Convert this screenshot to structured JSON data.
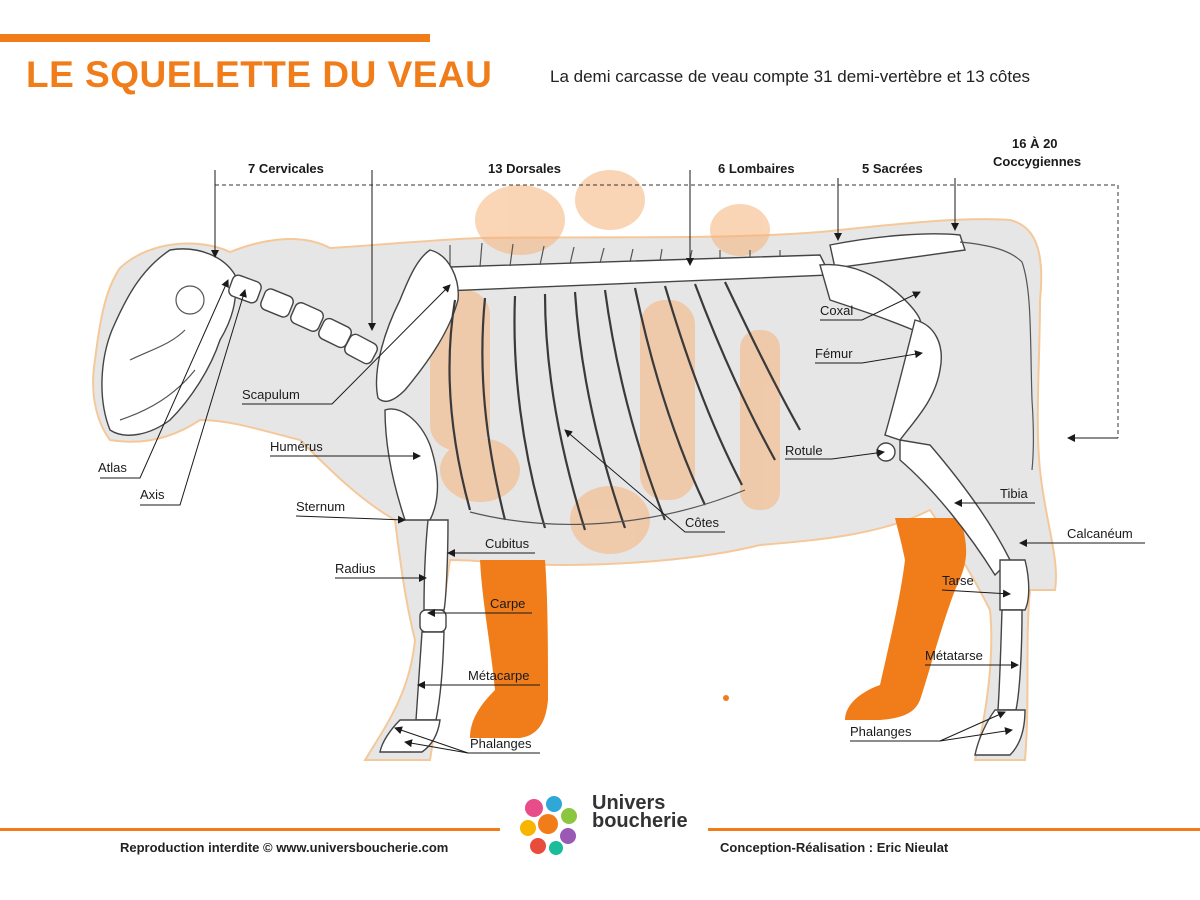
{
  "header": {
    "title": "LE SQUELETTE DU VEAU",
    "subtitle": "La demi carcasse de veau compte 31 demi-vertèbre et 13 côtes"
  },
  "spine_sections": {
    "cervicales": "7 Cervicales",
    "dorsales": "13 Dorsales",
    "lombaires": "6 Lombaires",
    "sacrees": "5 Sacrées",
    "coccygiennes_line1": "16 À 20",
    "coccygiennes_line2": "Coccygiennes"
  },
  "labels": {
    "atlas": "Atlas",
    "axis": "Axis",
    "scapulum": "Scapulum",
    "humerus": "Humérus",
    "sternum": "Sternum",
    "radius": "Radius",
    "cubitus": "Cubitus",
    "carpe": "Carpe",
    "metacarpe": "Métacarpe",
    "phalanges_front": "Phalanges",
    "cotes": "Côtes",
    "coxal": "Coxal",
    "femur": "Fémur",
    "rotule": "Rotule",
    "tibia": "Tibia",
    "calcaneum": "Calcanéum",
    "tarse": "Tarse",
    "metatarse": "Métatarse",
    "phalanges_hind": "Phalanges"
  },
  "logo": {
    "line1": "Univers",
    "line2": "boucherie"
  },
  "footer": {
    "left": "Reproduction interdite © www.universboucherie.com",
    "right": "Conception-Réalisation : Eric Nieulat"
  },
  "colors": {
    "accent": "#f07d1a",
    "silhouette": "#e6e6e6",
    "highlight_leg": "#f07d1a"
  }
}
